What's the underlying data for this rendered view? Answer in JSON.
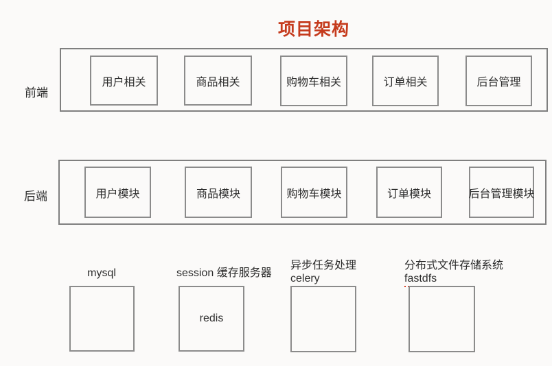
{
  "title": "项目架构",
  "colors": {
    "title": "#c53b1d",
    "border_gray": "#7f7f7f",
    "text": "#2d2d2d",
    "background": "#fbfaf9",
    "spellcheck_underline": "#d83a20"
  },
  "frontend": {
    "label": "前端",
    "boxes": [
      "用户相关",
      "商品相关",
      "购物车相关",
      "订单相关",
      "后台管理"
    ]
  },
  "backend": {
    "label": "后端",
    "boxes": [
      "用户模块",
      "商品模块",
      "购物车模块",
      "订单模块",
      "后台管理模块"
    ]
  },
  "infrastructure": {
    "mysql": {
      "label": "mysql",
      "box_text": ""
    },
    "session": {
      "label": "session 缓存服务器",
      "box_text": "redis"
    },
    "celery": {
      "label": "异步任务处理",
      "sublabel": "celery",
      "box_text": ""
    },
    "fastdfs": {
      "label": "分布式文件存储系统",
      "sublabel": "fastdfs",
      "box_text": ""
    }
  }
}
